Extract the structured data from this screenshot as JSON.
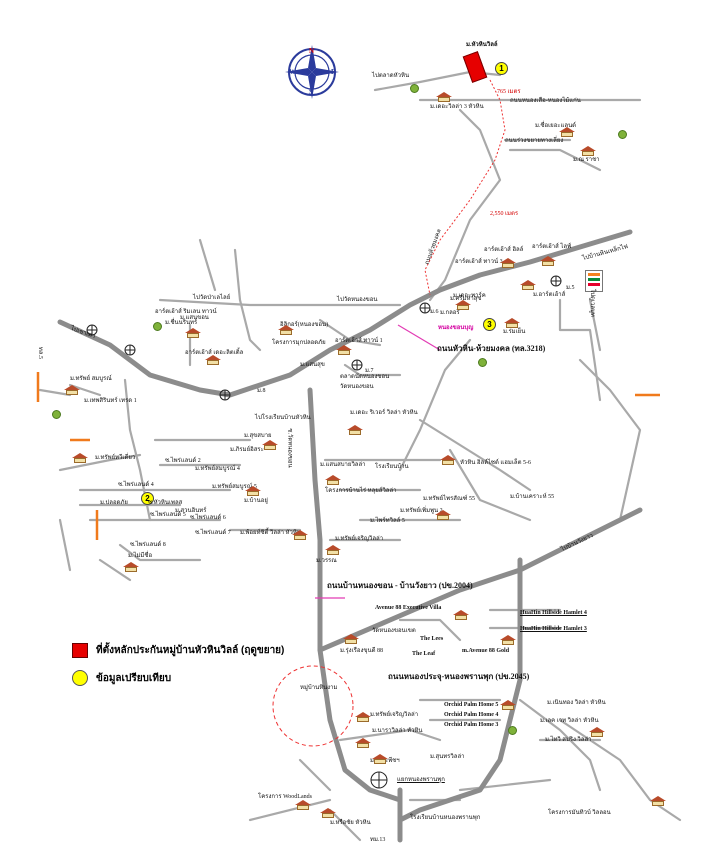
{
  "compass": {
    "n": "N",
    "s": "S",
    "e": "E",
    "w": "W"
  },
  "legend": {
    "headquarters": "ที่ตั้งหลักประกันหมู่บ้านหัวหินวิลล์ (ฤดูขยาย)",
    "comparison": "ข้อมูลเปรียบเทียบ"
  },
  "markers": [
    "1",
    "2",
    "3"
  ],
  "seven_eleven": "7-Eleven",
  "distances": {
    "d1": "765 เมตร",
    "d2": "2,550 เมตร"
  },
  "roads": {
    "r_3218": "ถนนหัวหิน-ห้วยมงคล (ทล.3218)",
    "r_2004": "ถนนบ้านหนองขอน - บ้านวังยาว (ปข.2004)",
    "r_2045": "ถนนหนองประจุ-หนองพรานพุก (ปข.2045)",
    "huaymongkol": "ถนนห้วยมงคล",
    "khaowang": "ไปตลาดหัวหิน",
    "to_hinlek": "ไปบ้านหินเหล็กไฟ",
    "to_khaotao": "ไปเขาเต่า",
    "to_wangyao": "ไปบ้านวังยาว"
  },
  "labels": {
    "hq_label": "ม.หัวหินวิลล์",
    "l1": "ม.เดอะวิลล่า 3 หัวหิน",
    "l2": "ถนนหนองเสือ-หนองไม้แก่น",
    "l3": "ม.ซื่อเยอะแลนด์",
    "l4": "ม.ณ ราชา",
    "l5": "ถนนร่วงขยายทางเลี่ยง",
    "l6": "อาร์ตเฮ้าส์ ฮิลล์",
    "l7": "อาร์ตเฮ้าส์ ไลฟ์",
    "l8": "อาร์ตเฮ้าส์ ทาวน์ 3",
    "l9": "ม.ศรีมหาสุข",
    "l10": "ม.อาร์ตเฮ้าส์",
    "l11": "ม.กลอรี่",
    "l12": "ม.ร่มเย็น",
    "l13": "ม.5",
    "l14": "ม.6",
    "l15": "ม.แสนขอน",
    "l16": "ม.ชื่นนรินทร์",
    "l17": "ม.เดอะพาร์ค",
    "l18": "หนองขอนบุญ",
    "l19": "อาร์ตเฮ้าส์ ทาวน์ 1",
    "l20": "อาร์ตเฮ้าส์ ริมเลน ทาวน์",
    "l21": "อาร์ตเฮ้าส์ เดอะลิตเติ้ล",
    "l22": "ไปวัดหนองขอน",
    "l23": "ไปวัดป่าเลไลย์",
    "l24": "อิลิกอร์(หนองขอน)",
    "l25": "โครงการมุกปลอดภัย",
    "l26": "ม.แสนสุข",
    "l27": "ตลาดนัดหนองขอน",
    "l28": "วัดหนองขอน",
    "l29": "ม.7",
    "l30": "ม.8",
    "l31": "ไปโรงเรียนบ้านหัวหิน",
    "l32": "ม.ทรัพย์ สมบูรณ์",
    "l33": "ม.เทพสิรินทร์ เทรด 1",
    "l34": "ม.ทรัพย์ทวีเดี่ยว",
    "l35": "ม.ทรัพย์สมบูรณ์ 4",
    "l36": "ม.สุขสบาย",
    "l37": "ม.ภิรมย์อิสระ",
    "l38": "ซ.วัดหนองขอน",
    "l39": "ม.ทรัพย์สมบูรณ์ 5",
    "l40": "ม.บ้านอยู่",
    "l41": "ม.สวนอินทร์",
    "l42": "ซ.หัวหินเพลส",
    "l43": "ม.ปลอดภัย",
    "l44": "ซ.ไพร่แลนด์ 4",
    "l45": "ซ.ไพร่แลนด์ 2",
    "l46": "ซ.ไพร่แลนด์ 5",
    "l47": "ซ.ไพร่แลนด์ 6",
    "l48": "ซ.ไพร่แลนด์ 7",
    "l49": "ม.พ้อยท์ซิตี้ วิลล่า หัวหิน",
    "l50": "ม.ไม่มีชื่อ",
    "l51": "ซ.ไพร่แลนด์ 8",
    "l52": "ม.เดอะ ริเวอร์ วิลล่า หัวหิน",
    "l53": "ม.แสนสบายวิลล่า",
    "l54": "โรงเรียนบ้าน",
    "l55": "หัวหิน ฮิลล์ไซด์ แฮมเล็ต 5-6",
    "l56": "โครงการบ้านไร่ หลุยส์วิลล่า",
    "l57": "ม.ทรัพย์ไพรสัณฑ์ 55",
    "l58": "ม.ทรัพย์เพิ่มพูน 2",
    "l59": "ม.ไพร์ทวิลล์ 5",
    "l60": "ม.ทรัพย์เจริญวิลล่า",
    "l61": "ม.บ้านเคราะห์ 55",
    "l62": "ม.วรรณ",
    "l63": "Avenue 88 Executive Villa",
    "l64": "HuaHin Hillside Hamlet 4",
    "l65": "HuaHin Hillside Hamlet 3",
    "l66": "วัดหนองขอนเขต",
    "l67": "The Lees",
    "l68": "ม.รุ่งเรืองขุนดี 88",
    "l69": "The Leaf",
    "l70": "m.Avenue 88 Gold",
    "l71": "หมู่บ้านหินงาม",
    "l72": "ม.ทรัพย์เจริญวิลล่า",
    "l73": "Orchid Palm Home 5",
    "l74": "Orchid Palm Home 4",
    "l75": "Orchid Palm Home 3",
    "l76": "ม.เนินทอง วิลล่า หัวหิน",
    "l77": "ม.นาราวิลล่า หัวหิน",
    "l78": "ม.เลค เวท วิลล่า หัวหิน",
    "l79": "ม.ไทวิ สปริง วิลล่า",
    "l80": "ม.เดอะพีชฯ",
    "l81": "ม.สุนทรวิลล่า",
    "l82": "แยกหนองพรานพุก",
    "l83": "โครงการ WoodLands",
    "l84": "ม.หรือชัย หัวหิน",
    "l85": "โรงเรียนบ้านหนองพรานพุก",
    "l86": "ทม.13",
    "l87": "โครงการมันทิวบ์ วิลลอน",
    "l88": "ไปดูเวลบูท",
    "l89": "ทล.5"
  }
}
